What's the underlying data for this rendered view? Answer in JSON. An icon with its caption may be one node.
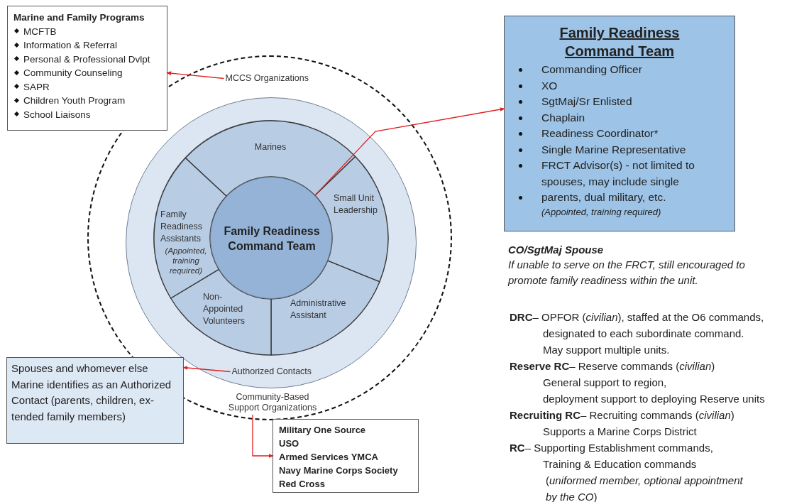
{
  "diagram": {
    "nodes": [
      {
        "text": [
          "Marine and Family Programs",
          "MCFTB",
          "Information & Referral",
          "Personal & Professional Dvlpt",
          "Community Counseling",
          "SAPR",
          "Children Youth Program",
          "School Liaisons"
        ]
      },
      {
        "text": [],
        "shape": "circle"
      },
      {
        "text": [
          "MCCS Organizations"
        ],
        "in": 1
      },
      {
        "text": [],
        "shape": "circle",
        "in": 1
      },
      {
        "text": [
          "Authorized Contacts"
        ],
        "in": 3
      },
      {
        "text": [],
        "shape": "circle",
        "in": 3
      },
      {
        "text": [
          "Marines"
        ],
        "in": 5
      },
      {
        "text": [
          "Small Unit Leadership"
        ],
        "in": 5
      },
      {
        "text": [
          "Administrative Assistant"
        ],
        "in": 5
      },
      {
        "text": [
          "Non-Appointed Volunteers"
        ],
        "in": 5
      },
      {
        "text": [
          "Family Readiness Assistants",
          "(Appointed, training required)"
        ],
        "in": 5
      },
      {
        "text": [
          "Family Readiness Command Team"
        ],
        "in": 5
      },
      {
        "text": [
          "Family Readiness Command Team",
          "Commanding Officer",
          "XO",
          "SgtMaj/Sr Enlisted",
          "Chaplain",
          "Readiness Coordinator*",
          "Single Marine Representative",
          "FRCT Advisor(s) - not limited to spouses, may include single",
          "parents, dual military, etc.",
          "(Appointed, training required)"
        ]
      },
      {
        "text": [
          "Community-Based Support Organizations"
        ],
        "in": 1
      },
      {
        "text": [
          "Spouses and whomever else Marine identifies as an Authorized Contact (parents, children, ex-tended family members)"
        ]
      },
      {
        "text": [
          "Military One Source",
          "USO",
          "Armed Services YMCA",
          "Navy Marine Corps Society",
          "Red Cross"
        ]
      }
    ],
    "edges": [
      {
        "from": 2,
        "to": 0,
        "arrow": "to"
      },
      {
        "from": 11,
        "to": 12,
        "arrow": "to"
      },
      {
        "from": 4,
        "to": 14,
        "arrow": "to"
      },
      {
        "from": 13,
        "to": 15,
        "arrow": "to"
      }
    ],
    "labels": [
      "CO/SgtMaj Spouse",
      "If unable to serve on the FRCT, still encouraged to promote family readiness within the unit.",
      "**DRC**– OPFOR (*civilian*),  staffed at the O6 commands,",
      "designated to each subordinate command.",
      "May support multiple units.",
      "**Reserve RC**– Reserve commands (*civilian*)",
      "General support to region,",
      "deployment support to deploying Reserve units",
      "**Recruiting RC**– Recruiting commands (*civilian*)",
      "Supports a Marine Corps District",
      "**RC**– Supporting Establishment commands,",
      "Training & Education commands",
      "(*uniformed member, optional appointment*",
      "*by the CO*)"
    ]
  }
}
